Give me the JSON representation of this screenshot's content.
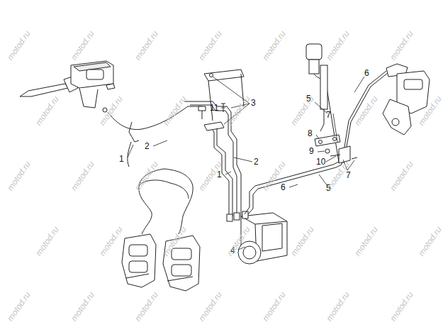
{
  "diagram": {
    "labels": [
      "1",
      "2",
      "3",
      "11",
      "1",
      "2",
      "4",
      "5",
      "6",
      "7",
      "8",
      "9",
      "10",
      "7",
      "6",
      "5",
      "motod.ru",
      "motod.ru",
      "motod.ru",
      "motod.ru",
      "motod.ru",
      "motod.ru",
      "motod.ru",
      "motod.ru",
      "motod.ru",
      "motod.ru",
      "motod.ru",
      "motod.ru",
      "motod.ru",
      "motod.ru",
      "motod.ru",
      "motod.ru",
      "motod.ru",
      "motod.ru",
      "motod.ru",
      "motod.ru",
      "motod.ru",
      "motod.ru",
      "motod.ru",
      "motod.ru",
      "motod.ru",
      "motod.ru",
      "motod.ru",
      "motod.ru",
      "motod.ru",
      "motod.ru",
      "motod.ru",
      "motod.ru",
      "motod.ru",
      "motod.ru",
      "motod.ru"
    ]
  }
}
